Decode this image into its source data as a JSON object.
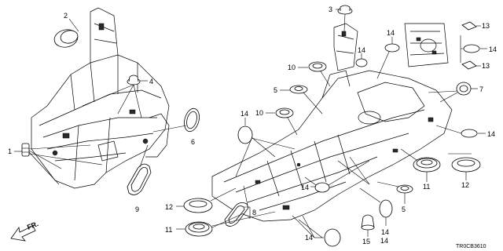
{
  "diagram_code": "TR0CB3610",
  "direction_label": "FR.",
  "callouts": {
    "c1": "1",
    "c2": "2",
    "c3": "3",
    "c4": "4",
    "c5a": "5",
    "c5b": "5",
    "c6": "6",
    "c7": "7",
    "c8": "8",
    "c9": "9",
    "c10a": "10",
    "c10b": "10",
    "c11a": "11",
    "c11b": "11",
    "c12a": "12",
    "c12b": "12",
    "c13a": "13",
    "c13b": "13",
    "c14a": "14",
    "c14b": "14",
    "c14c": "14",
    "c14d": "14",
    "c14e": "14",
    "c14f": "14",
    "c14g": "14",
    "c14h": "14",
    "c14i": "14",
    "c15": "15"
  }
}
